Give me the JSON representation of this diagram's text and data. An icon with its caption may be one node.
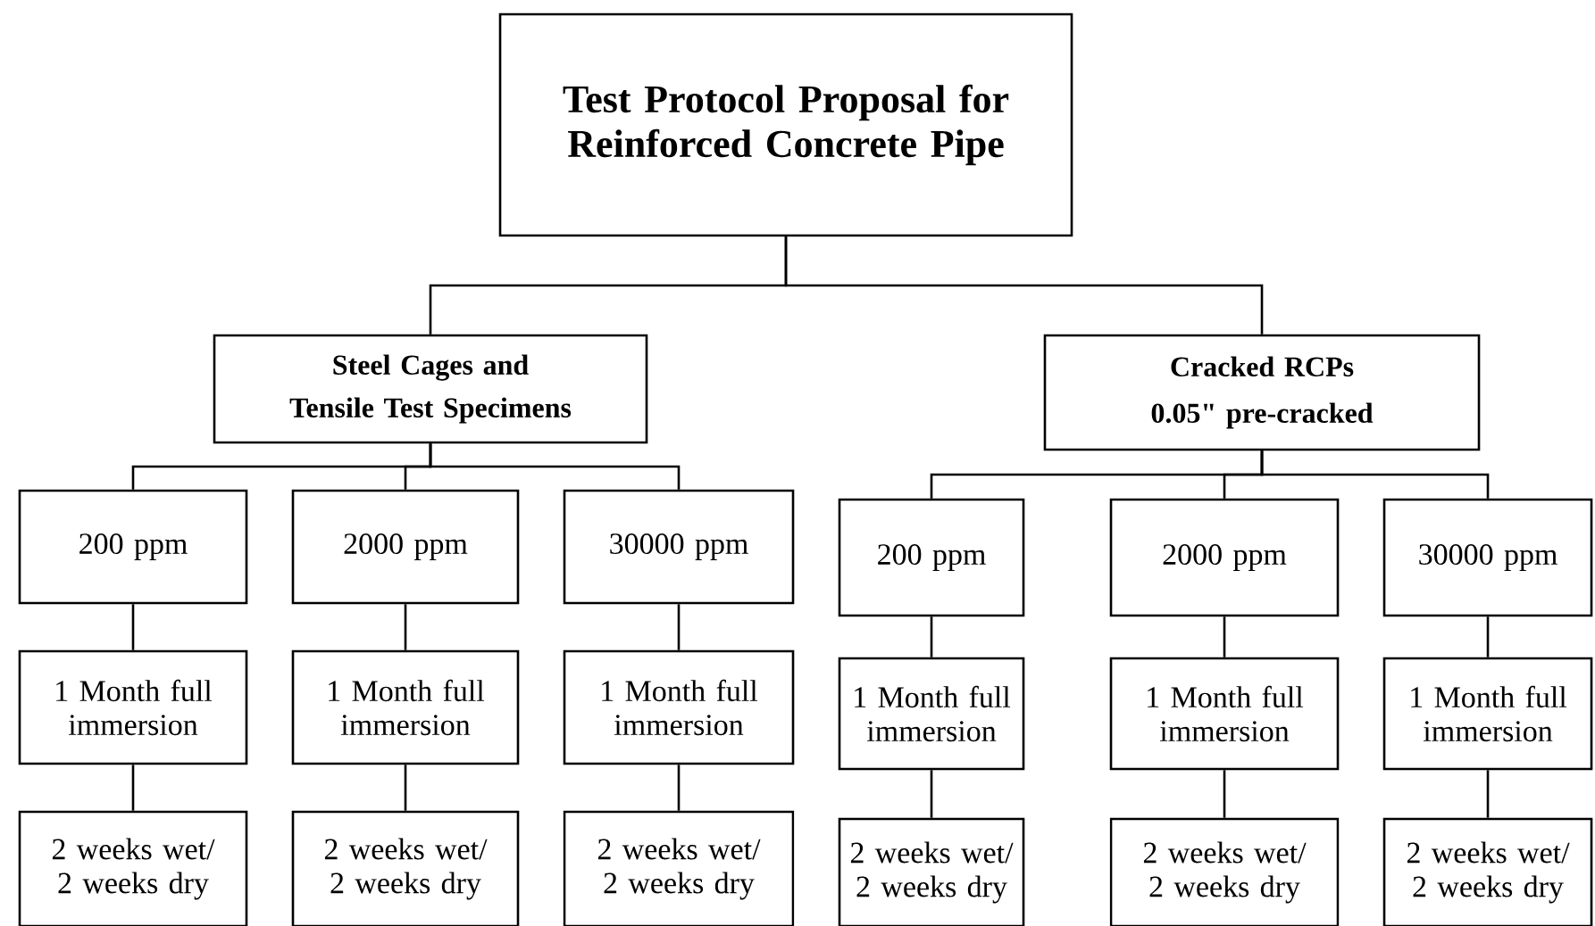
{
  "diagram": {
    "nodes": [
      {
        "text": [
          "Test Protocol Proposal for Reinforced Concrete Pipe"
        ]
      },
      {
        "text": [
          "Steel Cages and Tensile Test Specimens"
        ]
      },
      {
        "text": [
          "Cracked RCPs",
          "0.05\" pre-cracked"
        ]
      },
      {
        "text": [
          "200 ppm"
        ]
      },
      {
        "text": [
          "2000 ppm"
        ]
      },
      {
        "text": [
          "30000 ppm"
        ]
      },
      {
        "text": [
          "200 ppm"
        ]
      },
      {
        "text": [
          "2000 ppm"
        ]
      },
      {
        "text": [
          "30000 ppm"
        ]
      },
      {
        "text": [
          "1 Month full immersion"
        ]
      },
      {
        "text": [
          "1 Month full immersion"
        ]
      },
      {
        "text": [
          "1 Month full immersion"
        ]
      },
      {
        "text": [
          "1 Month full immersion"
        ]
      },
      {
        "text": [
          "1 Month full immersion"
        ]
      },
      {
        "text": [
          "1 Month full immersion"
        ]
      },
      {
        "text": [
          "2 weeks wet/ 2 weeks dry"
        ]
      },
      {
        "text": [
          "2 weeks wet/ 2 weeks dry"
        ]
      },
      {
        "text": [
          "2 weeks wet/ 2 weeks dry"
        ]
      },
      {
        "text": [
          "2 weeks wet/ 2 weeks dry"
        ]
      },
      {
        "text": [
          "2 weeks wet/ 2 weeks dry"
        ]
      },
      {
        "text": [
          "2 weeks wet/ 2 weeks dry"
        ]
      }
    ],
    "edges": [
      {
        "from": 0,
        "to": 1,
        "arrow": "none"
      },
      {
        "from": 0,
        "to": 2,
        "arrow": "none"
      },
      {
        "from": 1,
        "to": 3,
        "arrow": "none"
      },
      {
        "from": 1,
        "to": 4,
        "arrow": "none"
      },
      {
        "from": 1,
        "to": 5,
        "arrow": "none"
      },
      {
        "from": 2,
        "to": 6,
        "arrow": "none"
      },
      {
        "from": 2,
        "to": 7,
        "arrow": "none"
      },
      {
        "from": 2,
        "to": 8,
        "arrow": "none"
      },
      {
        "from": 3,
        "to": 9,
        "arrow": "none"
      },
      {
        "from": 4,
        "to": 10,
        "arrow": "none"
      },
      {
        "from": 5,
        "to": 11,
        "arrow": "none"
      },
      {
        "from": 6,
        "to": 12,
        "arrow": "none"
      },
      {
        "from": 7,
        "to": 13,
        "arrow": "none"
      },
      {
        "from": 8,
        "to": 14,
        "arrow": "none"
      },
      {
        "from": 9,
        "to": 15,
        "arrow": "none"
      },
      {
        "from": 10,
        "to": 16,
        "arrow": "none"
      },
      {
        "from": 11,
        "to": 17,
        "arrow": "none"
      },
      {
        "from": 12,
        "to": 18,
        "arrow": "none"
      },
      {
        "from": 13,
        "to": 19,
        "arrow": "none"
      },
      {
        "from": 14,
        "to": 20,
        "arrow": "none"
      }
    ]
  }
}
